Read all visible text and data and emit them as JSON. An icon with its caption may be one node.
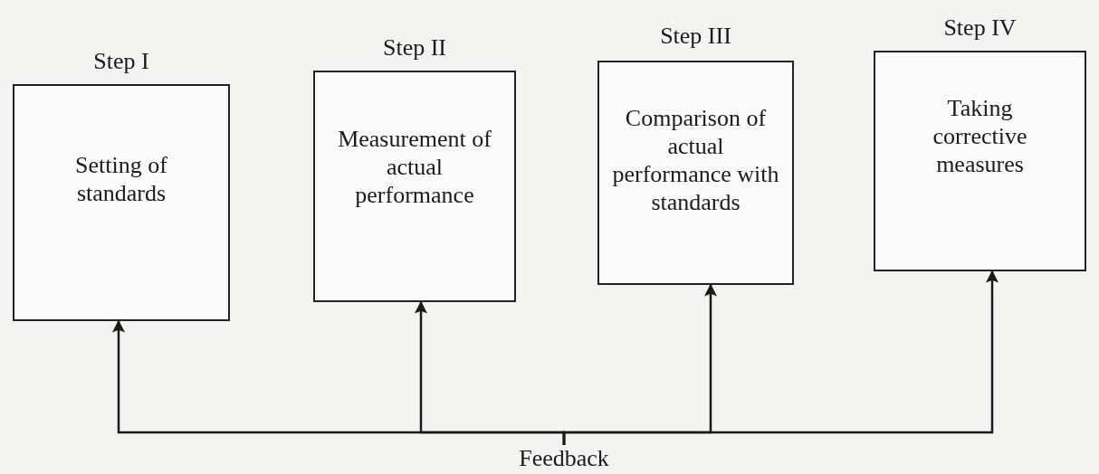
{
  "diagram": {
    "nodes": [
      {
        "text": [
          "Step I",
          "Setting of standards"
        ]
      },
      {
        "text": [
          "Step II",
          "Measurement of actual performance"
        ]
      },
      {
        "text": [
          "Step III",
          "Comparison of actual performance with standards"
        ]
      },
      {
        "text": [
          "Step IV",
          "Taking corrective measures"
        ]
      },
      {
        "text": [
          "Feedback"
        ]
      }
    ],
    "edges": [
      {
        "from": 4,
        "to": 0,
        "arrow": "to"
      },
      {
        "from": 4,
        "to": 1,
        "arrow": "to"
      },
      {
        "from": 4,
        "to": 2,
        "arrow": "to"
      },
      {
        "from": 4,
        "to": 3,
        "arrow": "to"
      }
    ]
  }
}
